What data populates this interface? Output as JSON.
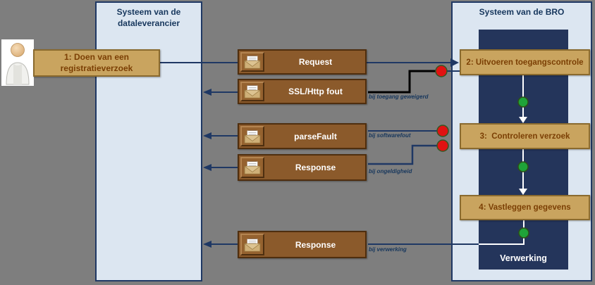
{
  "panels": {
    "left": {
      "title": "Systeem van de dataleverancier"
    },
    "right": {
      "title": "Systeem van de BRO",
      "processing_label": "Verwerking"
    }
  },
  "steps": {
    "step1": {
      "label": "1: Doen van een registratieverzoek"
    },
    "step2": {
      "label": "2: Uitvoeren toegangscontrole"
    },
    "step3": {
      "label": "3:  Controleren verzoek"
    },
    "step4": {
      "label": "4: Vastleggen gegevens"
    }
  },
  "messages": {
    "request": {
      "label": "Request"
    },
    "ssl_http_fout": {
      "label": "SSL/Http fout",
      "condition": "bij toegang geweigerd"
    },
    "parse_fault": {
      "label": "parseFault",
      "condition": "bij softwarefout"
    },
    "response_invalid": {
      "label": "Response",
      "condition": "bij ongeldigheid"
    },
    "response_final": {
      "label": "Response",
      "condition": "bij verwerking"
    }
  },
  "icons": {
    "actor": "person-icon",
    "message": "envelope-icon",
    "stop_marker": "red-dot",
    "go_marker": "green-dot"
  },
  "colors": {
    "background": "#7e7e7e",
    "panel_fill": "#dce6f1",
    "panel_border": "#1f3864",
    "inner_rect": "#24355b",
    "step_fill": "#c9a45f",
    "step_border": "#8a6a2e",
    "step_text": "#7b3f04",
    "message_fill": "#8b5a2b",
    "message_border": "#4f2e0e",
    "wire": "#1f3864",
    "error_wire": "#000000",
    "red_dot": "#e11212",
    "green_dot": "#1fa339"
  }
}
